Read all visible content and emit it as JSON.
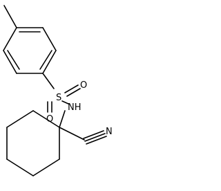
{
  "molecule": {
    "atoms": {
      "sulfur": "S",
      "oxygen_right": "O",
      "oxygen_bottom": "O",
      "nitrogen_amide": "NH",
      "nitrogen_nitrile": "N"
    }
  }
}
